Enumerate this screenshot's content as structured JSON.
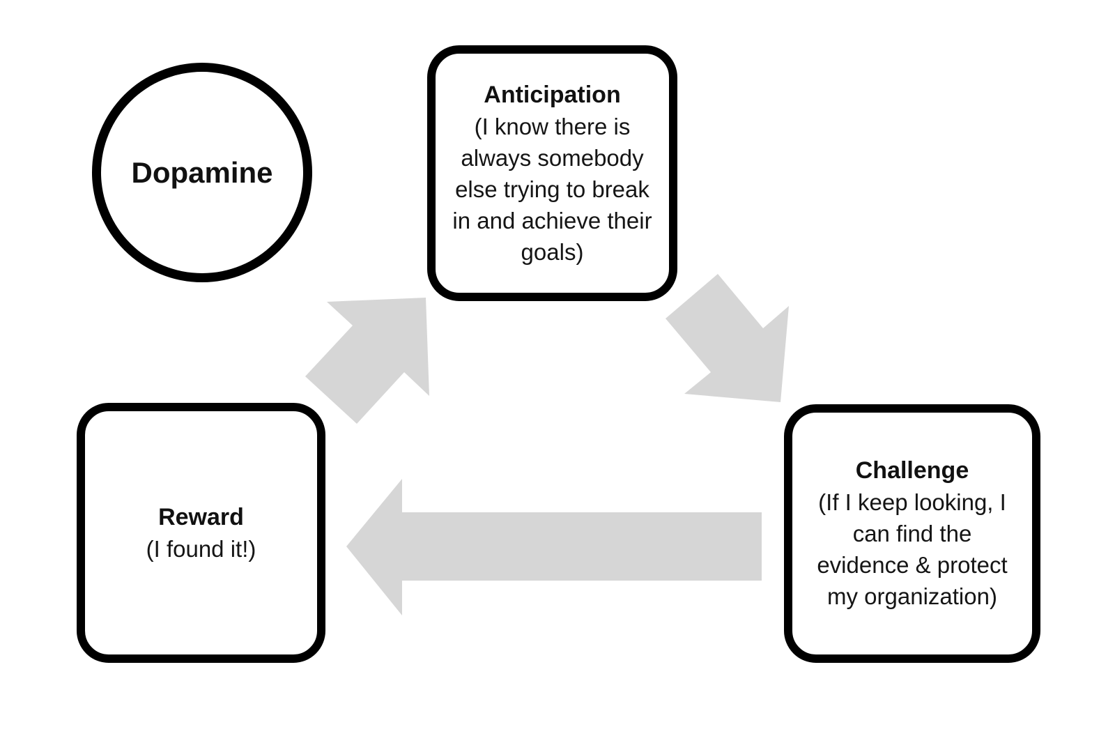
{
  "diagram": {
    "background_color": "#ffffff",
    "outline_color": "#000000",
    "arrow_color": "#d6d6d6",
    "nodes": {
      "dopamine": {
        "shape": "circle",
        "label": "Dopamine"
      },
      "anticipation": {
        "shape": "rounded-rectangle",
        "title": "Anticipation",
        "body_lines": [
          "(I know there is",
          "always somebody",
          "else trying to break",
          "in and achieve their",
          "goals)"
        ]
      },
      "challenge": {
        "shape": "rounded-rectangle",
        "title": "Challenge",
        "body_lines": [
          "(If I keep looking, I",
          "can find the",
          "evidence & protect",
          "my organization)"
        ]
      },
      "reward": {
        "shape": "rounded-rectangle",
        "title": "Reward",
        "body_lines": [
          "(I found it!)"
        ]
      }
    },
    "arrows": [
      {
        "name": "reward-to-anticipation",
        "direction": "up-right"
      },
      {
        "name": "anticipation-to-challenge",
        "direction": "down-right"
      },
      {
        "name": "challenge-to-reward",
        "direction": "left"
      }
    ]
  }
}
